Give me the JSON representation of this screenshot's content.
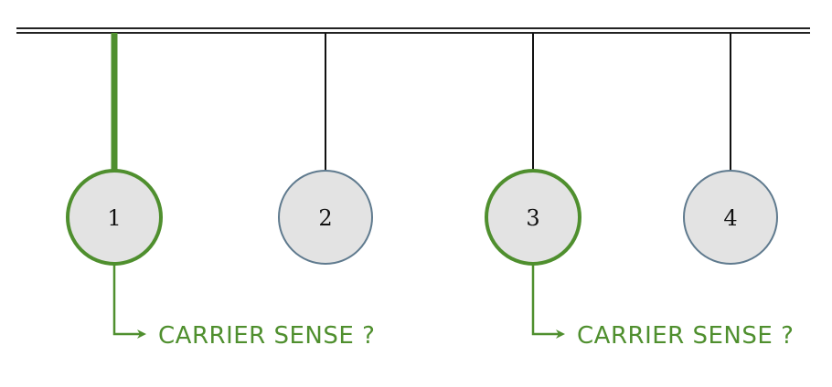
{
  "colors": {
    "bus": "#222222",
    "drop": "#111111",
    "active": "#4f8f2e",
    "node_fill": "#e3e3e3",
    "node_border": "#5f7a8e"
  },
  "nodes": [
    {
      "label": "1",
      "active": true
    },
    {
      "label": "2",
      "active": false
    },
    {
      "label": "3",
      "active": true
    },
    {
      "label": "4",
      "active": false
    }
  ],
  "annotations": [
    {
      "node": "1",
      "text": "CARRIER SENSE ?"
    },
    {
      "node": "3",
      "text": "CARRIER SENSE ?"
    }
  ],
  "icons": {
    "connector": "arrow-right-icon"
  }
}
